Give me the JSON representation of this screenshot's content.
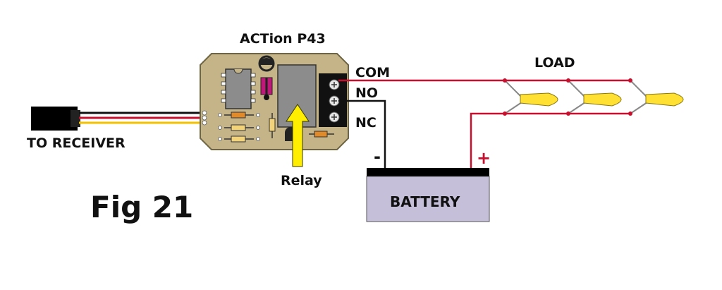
{
  "labels": {
    "module_title": "ACTion P43",
    "to_receiver": "TO RECEIVER",
    "relay": "Relay",
    "com": "COM",
    "no": "NO",
    "nc": "NC",
    "load": "LOAD",
    "battery": "BATTERY",
    "minus": "-",
    "plus": "+",
    "figure": "Fig 21"
  },
  "colors": {
    "board": "#c4b488",
    "board_edge": "#6e6542",
    "wire_red": "#c8102e",
    "wire_black": "#111111",
    "wire_yellow": "#f2c200",
    "arrow": "#ffee00",
    "battery_body": "#c6bfd9",
    "battery_top": "#000000",
    "bulb": "#ffe033",
    "chip": "#8c8c8c",
    "fuse_pink": "#c2177a"
  },
  "icons": {
    "led_bulb": "led-bulb-icon",
    "terminal_screw": "screw-terminal-icon",
    "relay": "relay-icon",
    "connector": "servo-connector-icon"
  }
}
